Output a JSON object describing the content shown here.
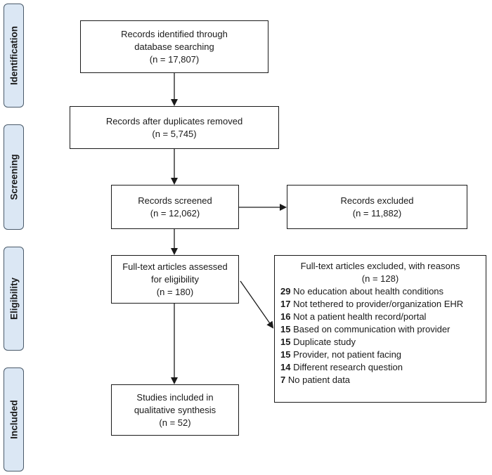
{
  "phases": {
    "identification": "Identification",
    "screening": "Screening",
    "eligibility": "Eligibility",
    "included": "Included"
  },
  "boxes": {
    "identified": {
      "line1": "Records identified through",
      "line2": "database searching",
      "count": "(n = 17,807)"
    },
    "duplicates_removed": {
      "line1": "Records after duplicates removed",
      "count": "(n = 5,745)"
    },
    "screened": {
      "line1": "Records screened",
      "count": "(n = 12,062)"
    },
    "excluded": {
      "line1": "Records excluded",
      "count": "(n = 11,882)"
    },
    "full_text": {
      "line1": "Full-text articles assessed",
      "line2": "for eligibility",
      "count": "(n = 180)"
    },
    "full_text_excluded": {
      "title": "Full-text articles excluded, with reasons",
      "count": "(n = 128)",
      "reasons": [
        {
          "n": "29",
          "text": "No education about health conditions"
        },
        {
          "n": "17",
          "text": "Not tethered to provider/organization EHR"
        },
        {
          "n": "16",
          "text": "Not a patient health record/portal"
        },
        {
          "n": "15",
          "text": "Based on communication with provider"
        },
        {
          "n": "15",
          "text": "Duplicate study"
        },
        {
          "n": "15",
          "text": "Provider, not patient facing"
        },
        {
          "n": "14",
          "text": "Different research question"
        },
        {
          "n": "7",
          "text": "No patient data"
        }
      ]
    },
    "included": {
      "line1": "Studies included in",
      "line2": "qualitative synthesis",
      "count": "(n = 52)"
    }
  }
}
